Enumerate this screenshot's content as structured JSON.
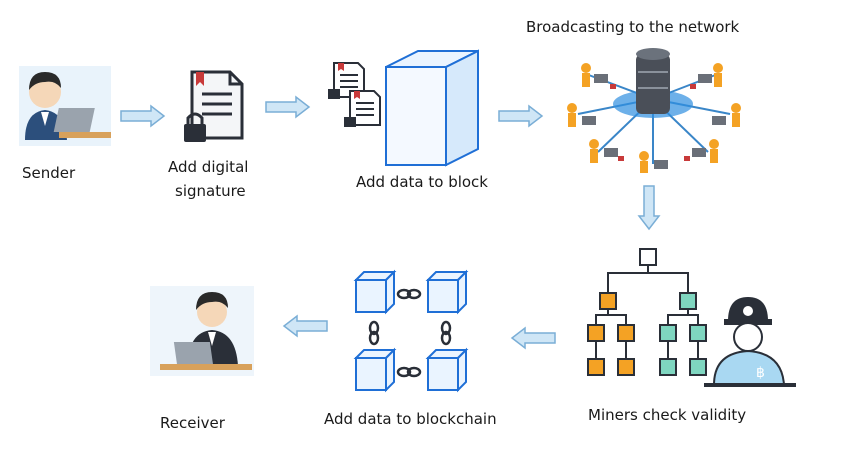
{
  "steps": {
    "sender": "Sender",
    "signature": [
      "Add digital",
      "signature"
    ],
    "block": "Add data to block",
    "broadcast": "Broadcasting to the network",
    "miners": "Miners check validity",
    "blockchain": "Add data to blockchain",
    "receiver": "Receiver"
  },
  "icons": {
    "sender": "person-at-laptop-icon",
    "signature": "locked-document-icon",
    "block": "cube-with-documents-icon",
    "network": "server-network-icon",
    "miners": "tree-with-miner-icon",
    "blockchain": "chained-cubes-icon",
    "receiver": "person-at-laptop-icon"
  },
  "colors": {
    "arrow_fill": "#cfe6f6",
    "arrow_stroke": "#7aaed6",
    "cube_stroke": "#1f6fd6",
    "cube_fill": "#eaf4ff",
    "orange": "#f4a224",
    "teal": "#7fd6c0",
    "server": "#4a4f58"
  }
}
